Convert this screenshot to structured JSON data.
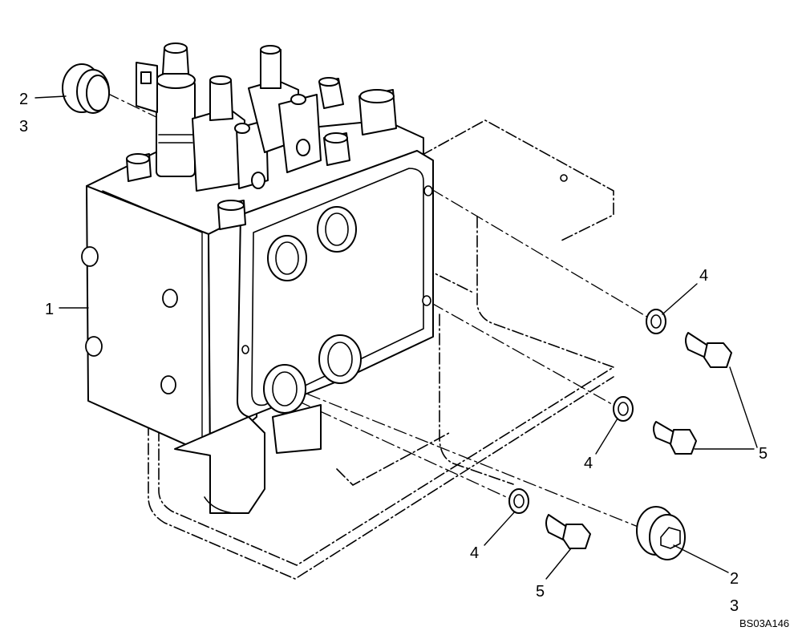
{
  "diagram": {
    "callouts": {
      "c1": "1",
      "c2_top": "2",
      "c3_top": "3",
      "c4_a": "4",
      "c4_b": "4",
      "c4_c": "4",
      "c5_a": "5",
      "c5_b": "5",
      "c2_bottom": "2",
      "c3_bottom": "3"
    },
    "reference_code": "BS03A146"
  }
}
